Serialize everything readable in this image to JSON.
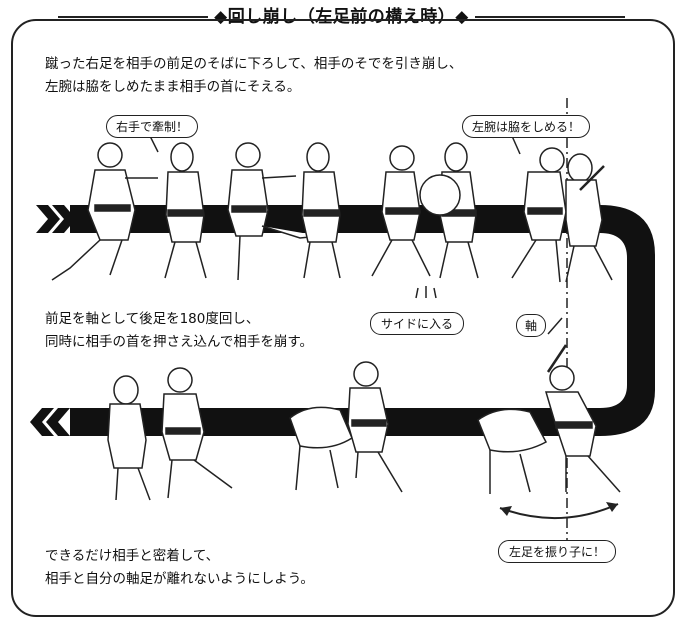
{
  "title": "回し崩し（左足前の構え時）",
  "instructions": {
    "step1_line1": "蹴った右足を相手の前足のそばに下ろして、相手のそでを引き崩し、",
    "step1_line2": "左腕は脇をしめたまま相手の首にそえる。",
    "step2_line1": "前足を軸として後足を180度回し、",
    "step2_line2": "同時に相手の首を押さえ込んで相手を崩す。",
    "step3_line1": "できるだけ相手と密着して、",
    "step3_line2": "相手と自分の軸足が離れないようにしよう。"
  },
  "callouts": {
    "right_hand": "右手で牽制！",
    "left_arm": "左腕は脇をしめる！",
    "side_entry": "サイドに入る",
    "axis": "軸",
    "left_foot": "左足を振り子に！"
  }
}
